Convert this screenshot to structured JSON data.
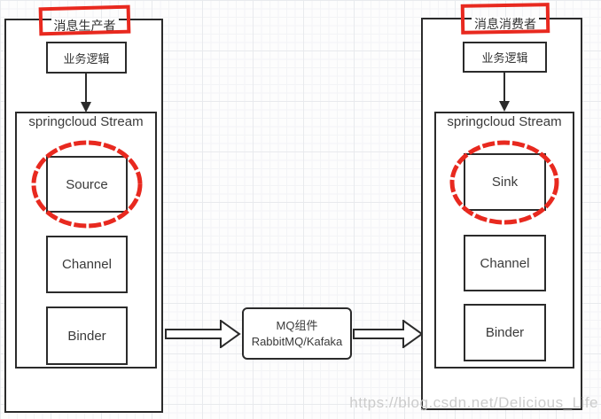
{
  "producer": {
    "title": "消息生产者",
    "business_logic": "业务逻辑",
    "stream_label": "springcloud Stream",
    "components": [
      "Source",
      "Channel",
      "Binder"
    ]
  },
  "consumer": {
    "title": "消息消费者",
    "business_logic": "业务逻辑",
    "stream_label": "springcloud Stream",
    "components": [
      "Sink",
      "Channel",
      "Binder"
    ]
  },
  "mq_component": {
    "line1": "MQ组件",
    "line2": "RabbitMQ/Kafaka"
  },
  "watermark": {
    "text": "https://blog.csdn.net/Delicious_Life"
  },
  "colors": {
    "annotation_red": "#e8291f",
    "line_dark": "#2b2b2b",
    "watermark_gray": "#c6c6c6",
    "box_fill": "#ffffff"
  }
}
